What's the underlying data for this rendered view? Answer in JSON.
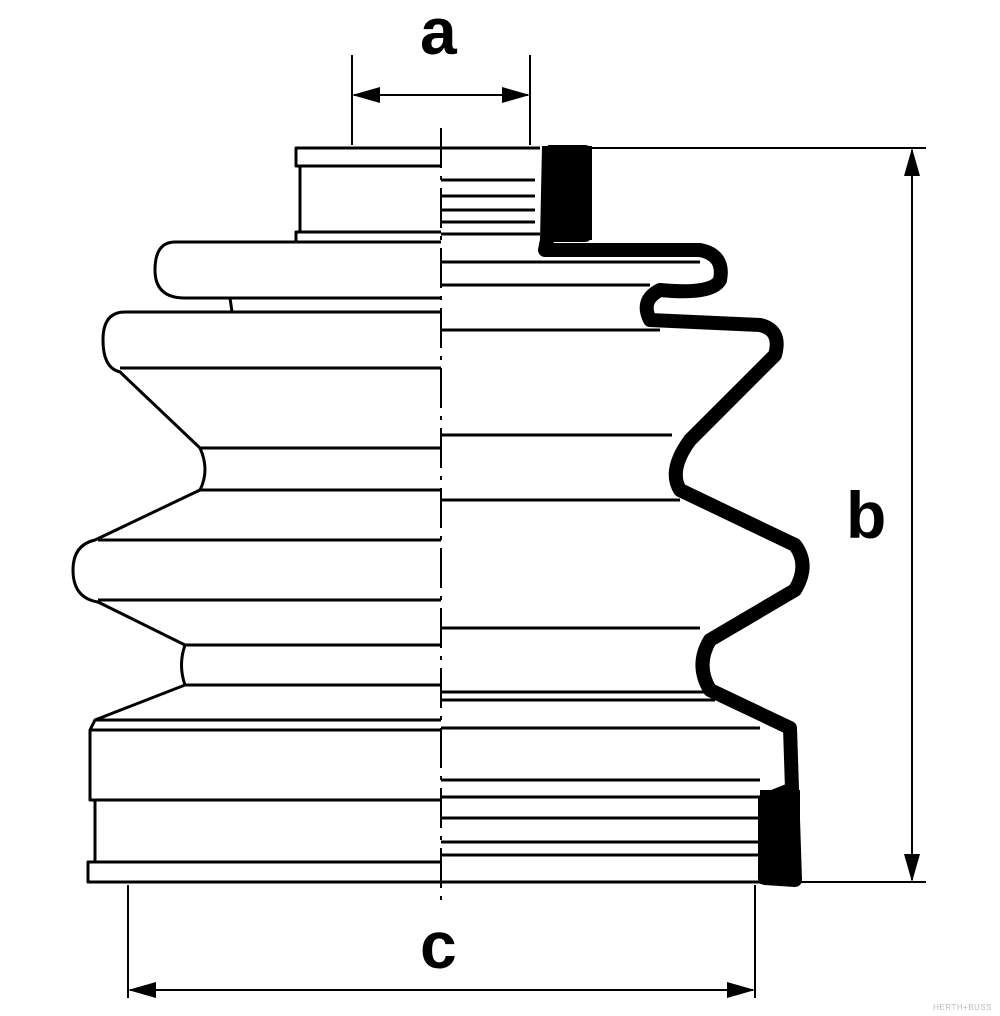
{
  "dimensions": {
    "a_label": "a",
    "b_label": "b",
    "c_label": "c"
  },
  "watermark": "HERTH+BUSS"
}
